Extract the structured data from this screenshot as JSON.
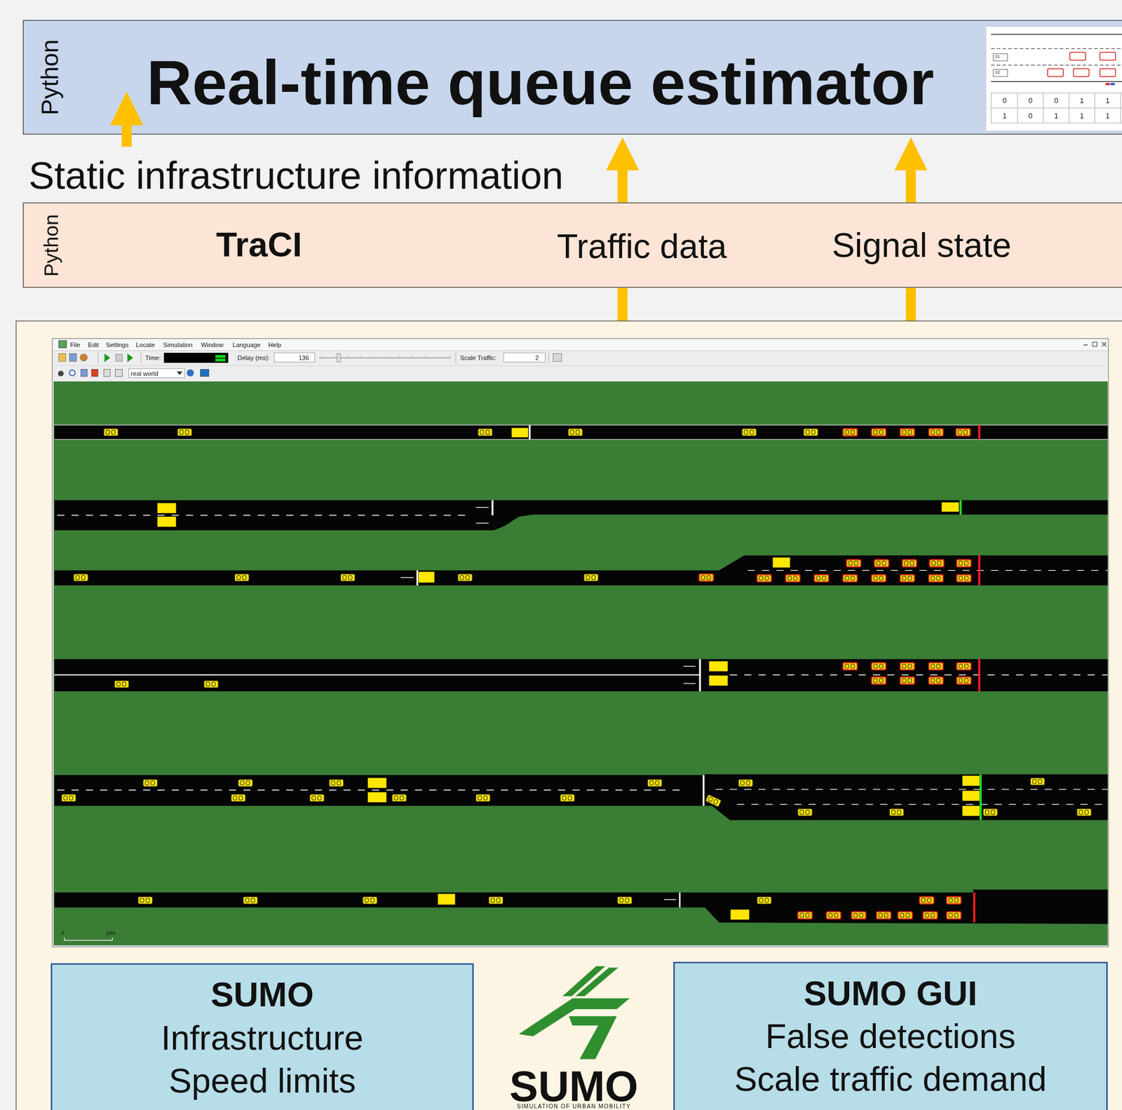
{
  "diagram": {
    "nodes": [
      {
        "text": [
          "Python",
          "Real-time queue estimator"
        ]
      },
      {
        "text": [
          "Python",
          "TraCI",
          "Traffic data",
          "Signal state"
        ]
      },
      {
        "text": []
      },
      {
        "text": [
          "SUMO",
          "Infrastructure",
          "Speed limits"
        ],
        "in": 2
      },
      {
        "text": [
          "SUMO GUI",
          "False detections",
          "Scale traffic demand"
        ],
        "in": 2
      }
    ],
    "edges": [
      {
        "from": 2,
        "to": 1,
        "arrow": "none"
      },
      {
        "from": 2,
        "to": 1,
        "arrow": "none"
      },
      {
        "from": 1,
        "to": 0,
        "arrow": "to"
      },
      {
        "from": 1,
        "to": 0,
        "arrow": "to"
      }
    ],
    "labels": [
      "Static infrastructure information",
      "D1",
      "D2",
      "0",
      "0",
      "0",
      "1",
      "1",
      "1",
      "0",
      "1",
      "1",
      "1",
      "File",
      "Edit",
      "Settings",
      "Locate",
      "Simulation",
      "Window",
      "Language",
      "Help",
      "Time:",
      "Delay (ms):",
      "136",
      "Scale Traffic:",
      "2",
      "real world",
      "0",
      "10m",
      "SUMO",
      "SIMULATION OF URBAN MOBILITY"
    ]
  }
}
